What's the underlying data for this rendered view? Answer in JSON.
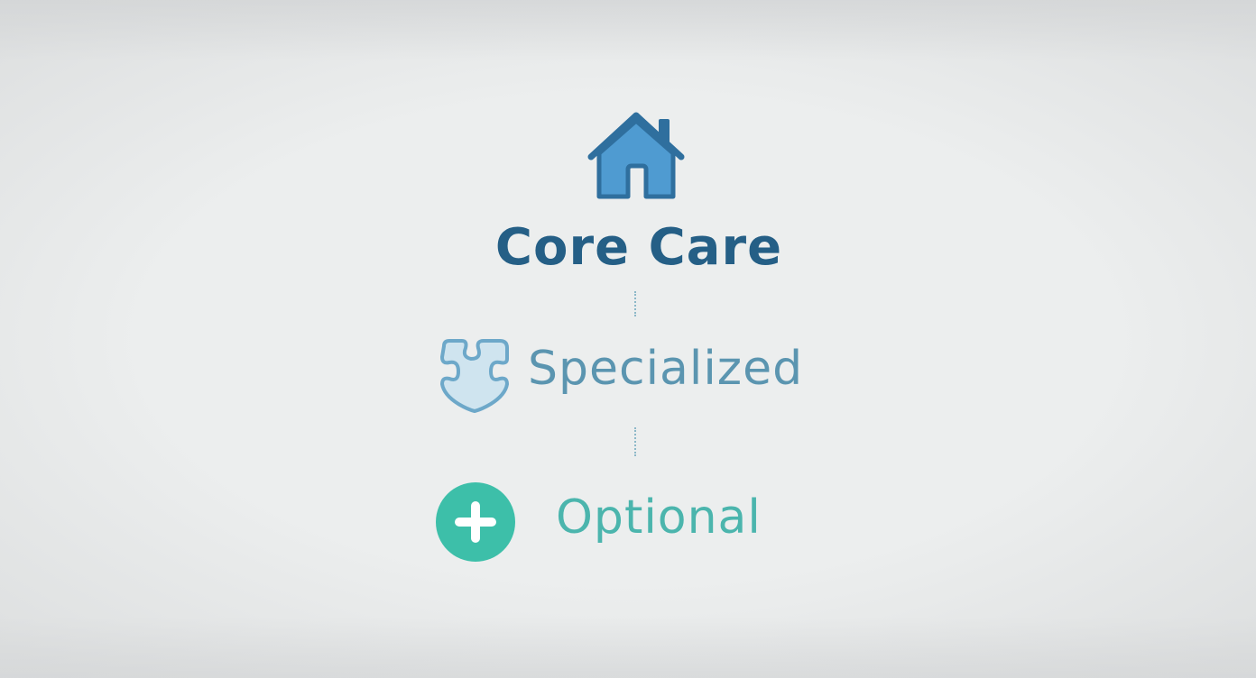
{
  "colors": {
    "background": "#eceeee",
    "core": "#255f86",
    "specialized": "#5b95b0",
    "optional": "#4bb5ad",
    "house_fill": "#4f9bd1",
    "house_stroke": "#2f6f9e",
    "puzzle_fill": "#cfe4ef",
    "puzzle_stroke": "#6da8c9",
    "plus_fill": "#3dbfa9",
    "connector": "#8cb8c8"
  },
  "tiers": [
    {
      "label": "Core Care",
      "icon": "house-icon"
    },
    {
      "label": "Specialized",
      "icon": "puzzle-icon"
    },
    {
      "label": "Optional",
      "icon": "plus-icon"
    }
  ]
}
